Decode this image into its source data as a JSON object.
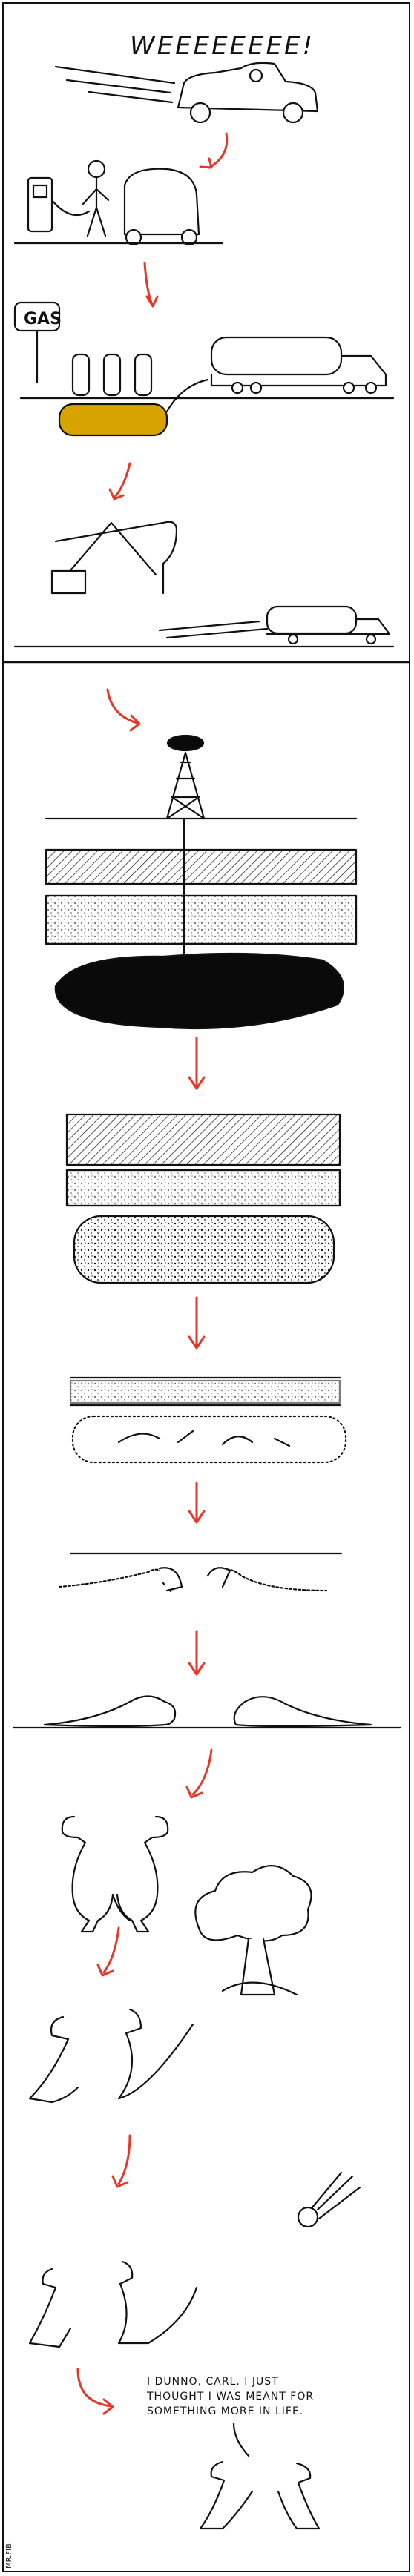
{
  "panels": {
    "car": {
      "exclamation": "WEEEEEEEE!"
    },
    "gas_station": {
      "sign": "GAS"
    },
    "dinosaurs": {
      "dialogue": "I DUNNO, CARL. I JUST THOUGHT I WAS MEANT FOR SOMETHING MORE IN LIFE."
    }
  },
  "artist_signature": "Mr.Fib",
  "colors": {
    "ink": "#111111",
    "arrow": "#e03a2a",
    "gasoline": "#d7a300",
    "oil": "#0a0a0a"
  }
}
